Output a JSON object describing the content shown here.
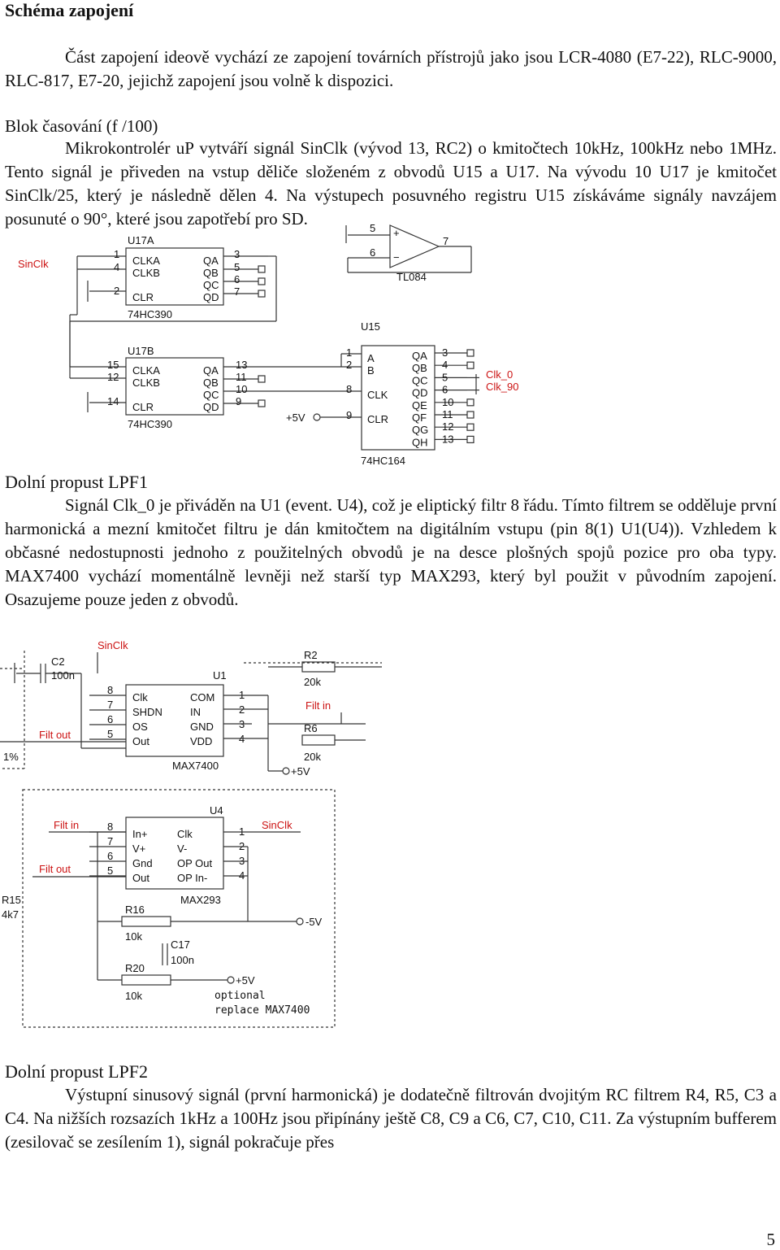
{
  "section1": {
    "heading": "Schéma zapojení",
    "para1": "Část zapojení ideově vychází ze zapojení továrních přístrojů jako jsou LCR-4080 (E7-22), RLC-9000, RLC-817, E7-20, jejichž zapojení jsou volně k dispozici.",
    "sub_heading": "Blok časování (f /100)",
    "para2": "Mikrokontrolér  uP vytváří signál SinClk (vývod 13, RC2) o kmitočtech 10kHz, 100kHz nebo 1MHz. Tento signál je přiveden na vstup děliče složeném z obvodů U15 a U17. Na vývodu 10 U17 je kmitočet SinClk/25, který je následně dělen 4. Na výstupech posuvného registru U15 získáváme signály navzájem posunuté o 90°, které jsou zapotřebí pro SD."
  },
  "schematic1": {
    "u17a": {
      "ref": "U17A",
      "part": "74HC390",
      "in_pins": [
        "1",
        "4",
        "2"
      ],
      "in_labels": [
        "CLKA",
        "CLKB",
        "CLR"
      ],
      "out_pins": [
        "3",
        "5",
        "6",
        "7"
      ],
      "out_labels": [
        "QA",
        "QB",
        "QC",
        "QD"
      ]
    },
    "u17b": {
      "ref": "U17B",
      "part": "74HC390",
      "in_pins": [
        "15",
        "12",
        "14"
      ],
      "in_labels": [
        "CLKA",
        "CLKB",
        "CLR"
      ],
      "out_pins": [
        "13",
        "11",
        "10",
        "9"
      ],
      "out_labels": [
        "QA",
        "QB",
        "QC",
        "QD"
      ]
    },
    "u15": {
      "ref": "U15",
      "part": "74HC164",
      "in_pins": [
        "1",
        "2",
        "8",
        "9"
      ],
      "in_labels": [
        "A",
        "B",
        "CLK",
        "CLR"
      ],
      "out_pins": [
        "3",
        "4",
        "5",
        "6",
        "10",
        "11",
        "12",
        "13"
      ],
      "out_labels": [
        "QA",
        "QB",
        "QC",
        "QD",
        "QE",
        "QF",
        "QG",
        "QH"
      ]
    },
    "opamp": {
      "part": "TL084",
      "pins": [
        "5",
        "6",
        "7"
      ],
      "plus": "+",
      "minus": "−"
    },
    "net_sinclk": "SinClk",
    "net_clk0": "Clk_0",
    "net_clk90": "Clk_90",
    "net_vcc": "+5V"
  },
  "section2": {
    "heading": "Dolní propust LPF1",
    "para": "Signál Clk_0 je přiváděn na U1 (event. U4), což je eliptický filtr 8 řádu. Tímto filtrem se odděluje první harmonická a mezní kmitočet filtru je dán kmitočtem na digitálním vstupu (pin 8(1) U1(U4)). Vzhledem k občasné nedostupnosti jednoho z použitelných  obvodů je na desce plošných spojů pozice pro oba typy. MAX7400 vychází momentálně levněji než starší typ MAX293, který byl použit v původním zapojení. Osazujeme pouze jeden z obvodů."
  },
  "schematic2": {
    "c2": {
      "ref": "C2",
      "value": "100n"
    },
    "u1": {
      "ref": "U1",
      "part": "MAX7400",
      "in_pins": [
        "8",
        "7",
        "6",
        "5"
      ],
      "in_labels": [
        "Clk",
        "SHDN",
        "OS",
        "Out"
      ],
      "out_pins": [
        "1",
        "2",
        "3",
        "4"
      ],
      "out_labels": [
        "COM",
        "IN",
        "GND",
        "VDD"
      ]
    },
    "r2": {
      "ref": "R2",
      "value": "20k"
    },
    "r6": {
      "ref": "R6",
      "value": "20k"
    },
    "net_sinclk": "SinClk",
    "net_filt_in": "Filt in",
    "net_filt_out": "Filt out",
    "net_vcc": "+5V",
    "edge_text": "1%"
  },
  "schematic3": {
    "u4": {
      "ref": "U4",
      "part": "MAX293",
      "in_pins": [
        "8",
        "7",
        "6",
        "5"
      ],
      "in_labels": [
        "In+",
        "V+",
        "Gnd",
        "Out"
      ],
      "out_pins": [
        "1",
        "2",
        "3",
        "4"
      ],
      "out_labels": [
        "Clk",
        "V-",
        "OP Out",
        "OP In-"
      ]
    },
    "r16": {
      "ref": "R16",
      "value": "10k"
    },
    "r20": {
      "ref": "R20",
      "value": "10k"
    },
    "c17": {
      "ref": "C17",
      "value": "100n"
    },
    "net_filt_in": "Filt in",
    "net_filt_out": "Filt out",
    "net_sinclk": "SinClk",
    "net_vneg": "-5V",
    "net_vcc": "+5V",
    "edge_r15": "R15",
    "edge_4k7": "4k7",
    "note1": "optional",
    "note2": "replace MAX7400"
  },
  "section3": {
    "heading": "Dolní propust LPF2",
    "para": "Výstupní sinusový signál (první harmonická) je dodatečně filtrován dvojitým RC filtrem R4, R5, C3 a C4. Na nižších rozsazích 1kHz a 100Hz jsou připínány ještě C8, C9 a C6, C7, C10, C11. Za výstupním bufferem (zesilovač se zesílením 1), signál pokračuje přes"
  },
  "page_number": "5"
}
